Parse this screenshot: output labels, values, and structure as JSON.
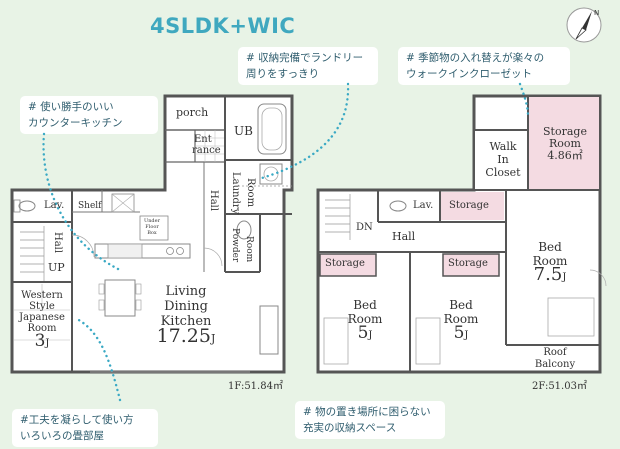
{
  "title": "4SLDK+WIC",
  "callouts": {
    "laundry": [
      "# 収納完備でランドリー",
      "周りをすっきり"
    ],
    "closet": [
      "# 季節物の入れ替えが楽々の",
      "ウォークインクローゼット"
    ],
    "kitchen": [
      "# 使い勝手のいい",
      "カウンターキッチン"
    ],
    "tatami": [
      "#工夫を凝らして使い方",
      "いろいろの畳部屋"
    ],
    "storage": [
      "# 物の置き場所に困らない",
      "充実の収納スペース"
    ]
  },
  "compass_mark": "N",
  "floor1": {
    "area": "1F:51.84㎡",
    "rooms": {
      "porch": "porch",
      "ub": "UB",
      "ent1": "Ent",
      "ent2": "rance",
      "laundry1": "Laundry",
      "laundry2": "Room",
      "hall_v": "Hall",
      "lav": "Lav.",
      "shelf": "Shelf",
      "underfloor1": "Under",
      "underfloor2": "Floor",
      "underfloor3": "Box",
      "hall_l": "Hall",
      "up": "UP",
      "powder1": "Powder",
      "powder2": "Room",
      "jp1": "Western",
      "jp2": "Style",
      "jp3": "Japanese",
      "jp4": "Room",
      "jp_size": "3",
      "ldk1": "Living",
      "ldk2": "Dining",
      "ldk3": "Kitchen",
      "ldk_size": "17.25",
      "unit": "J"
    }
  },
  "floor2": {
    "area": "2F:51.03㎡",
    "rooms": {
      "wic1": "Walk",
      "wic2": "In",
      "wic3": "Closet",
      "storage_room1": "Storage",
      "storage_room2": "Room",
      "storage_room3": "4.86㎡",
      "lav": "Lav.",
      "storage_a": "Storage",
      "dn": "DN",
      "hall": "Hall",
      "bed_big1": "Bed",
      "bed_big2": "Room",
      "bed_big_size": "7.5",
      "storage_b": "Storage",
      "storage_c": "Storage",
      "bed_a1": "Bed",
      "bed_a2": "Room",
      "bed_a_size": "5",
      "bed_b1": "Bed",
      "bed_b2": "Room",
      "bed_b_size": "5",
      "roof1": "Roof",
      "roof2": "Balcony",
      "unit": "J"
    }
  },
  "colors": {
    "accent": "#3fa8bf",
    "dots": "#3aa9c4",
    "storage_fill": "#f4dbe2",
    "background": "#e8f3e6",
    "wall": "#555555"
  }
}
